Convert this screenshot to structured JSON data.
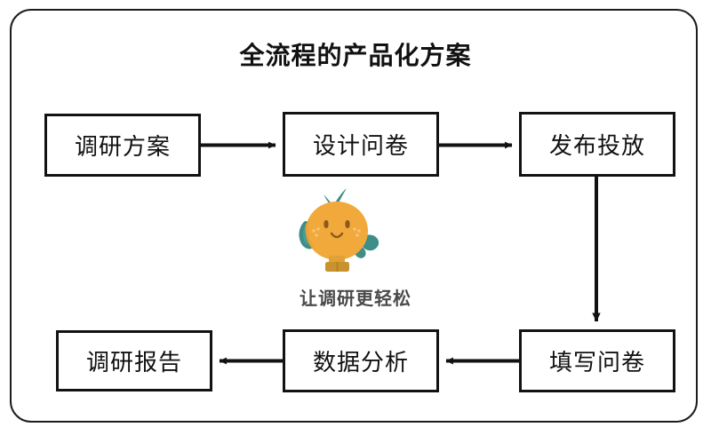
{
  "diagram": {
    "title": "全流程的产品化方案",
    "frame_border_color": "#1c1c1c",
    "node_border_color": "#121212",
    "text_color": "#111111",
    "background": "#ffffff",
    "nodes": [
      {
        "id": "research-plan",
        "label": "调研方案"
      },
      {
        "id": "design-survey",
        "label": "设计问卷"
      },
      {
        "id": "publish-distribute",
        "label": "发布投放"
      },
      {
        "id": "fill-survey",
        "label": "填写问卷"
      },
      {
        "id": "data-analysis",
        "label": "数据分析"
      },
      {
        "id": "research-report",
        "label": "调研报告"
      }
    ],
    "connectors": [
      {
        "from": "research-plan",
        "to": "design-survey",
        "direction": "right"
      },
      {
        "from": "design-survey",
        "to": "publish-distribute",
        "direction": "right"
      },
      {
        "from": "publish-distribute",
        "to": "fill-survey",
        "direction": "down"
      },
      {
        "from": "fill-survey",
        "to": "data-analysis",
        "direction": "left"
      },
      {
        "from": "data-analysis",
        "to": "research-report",
        "direction": "left"
      }
    ]
  },
  "mascot": {
    "name": "orange-character-mascot",
    "tagline": "让调研更轻松",
    "tagline_color": "#4a4a4a",
    "body_color": "#F2A93B",
    "body_shadow_color": "#E8A033",
    "leaf_color": "#3E8E87",
    "arm_color": "#3E8E87",
    "boot_color": "#C8922E",
    "face_color": "#8A5A1E",
    "blush_color": "#F7C57A"
  }
}
